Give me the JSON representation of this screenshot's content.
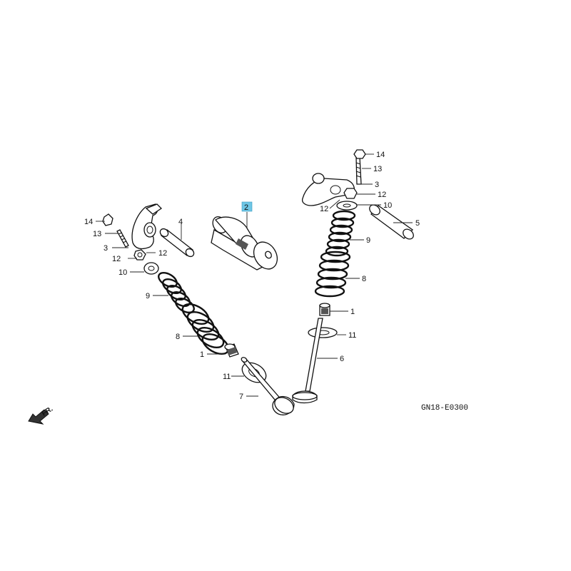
{
  "diagram": {
    "callouts": {
      "c1_lower": "1",
      "c1_upper": "1",
      "c2_camshaft": "2",
      "c3_left": "3",
      "c3_right": "3",
      "c4": "4",
      "c5": "5",
      "c6": "6",
      "c7": "7",
      "c8_left": "8",
      "c8_right": "8",
      "c9_left": "9",
      "c9_right": "9",
      "c10_left": "10",
      "c10_right": "10",
      "c11_left": "11",
      "c11_right": "11",
      "c12_left_a": "12",
      "c12_left_b": "12",
      "c12_right_a": "12",
      "c12_right_b": "12",
      "c13_left": "13",
      "c13_right": "13",
      "c14_left": "14",
      "c14_right": "14"
    },
    "front_label": "FR.",
    "figure_code": "GN18-E0300",
    "highlight_color": "#6ec6e6"
  }
}
